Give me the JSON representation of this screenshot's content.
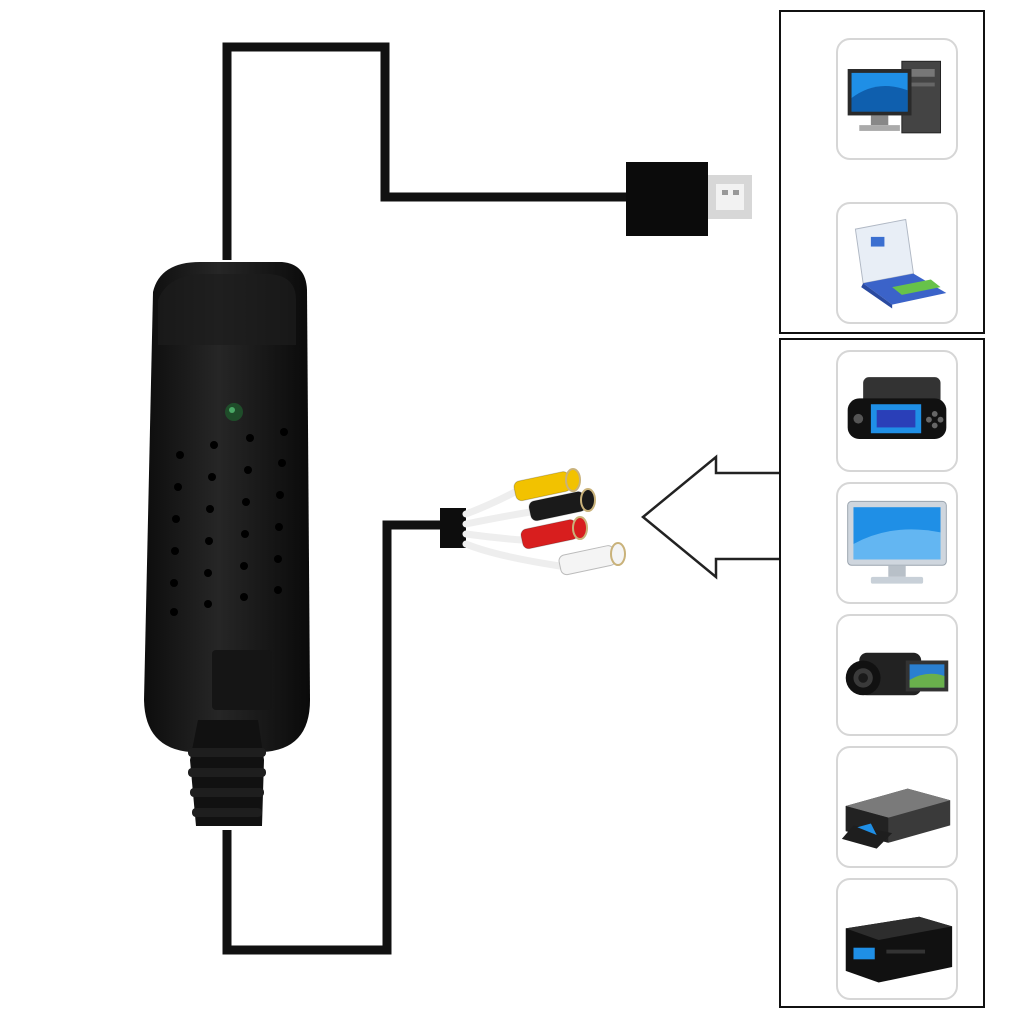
{
  "diagram": {
    "adapter": {
      "name": "usb-video-capture-adapter"
    },
    "rca_connectors": [
      {
        "color_name": "yellow",
        "color": "#f2c200"
      },
      {
        "color_name": "black",
        "color": "#1a1a1a"
      },
      {
        "color_name": "red",
        "color": "#d81e1e"
      },
      {
        "color_name": "white",
        "color": "#f4f4f4"
      }
    ],
    "host_devices": [
      {
        "icon": "desktop-computer-icon"
      },
      {
        "icon": "laptop-icon"
      }
    ],
    "source_devices": [
      {
        "icon": "handheld-game-console-icon"
      },
      {
        "icon": "tv-monitor-icon"
      },
      {
        "icon": "camcorder-icon"
      },
      {
        "icon": "dvd-player-icon"
      },
      {
        "icon": "dvr-box-icon"
      }
    ],
    "colors": {
      "cable": "#111111",
      "panel_border": "#111111",
      "tile_border": "#d6d6d6",
      "screen_blue": "#1f8fe6"
    }
  }
}
